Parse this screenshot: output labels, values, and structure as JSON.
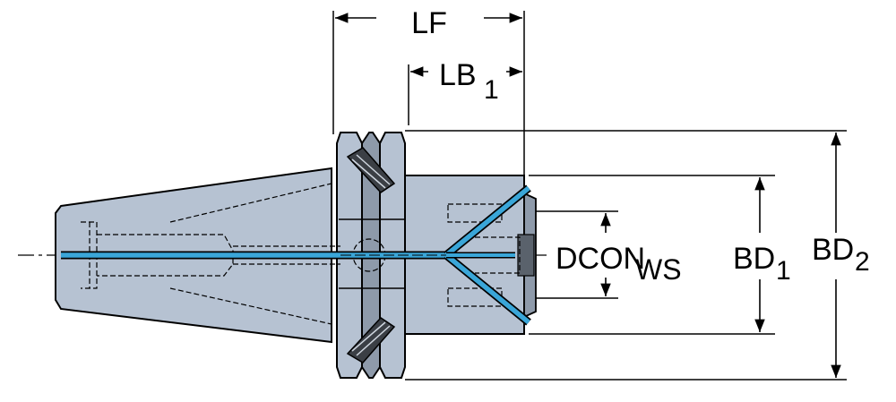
{
  "labels": {
    "lf": "LF",
    "lb": "LB",
    "lb_sub": "1",
    "dcon": "DCON",
    "dcon_sub": "WS",
    "bd1": "BD",
    "bd1_sub": "1",
    "bd2": "BD",
    "bd2_sub": "2"
  },
  "colors": {
    "body": "#b6c2d2",
    "body_dark": "#8e9aaa",
    "coolant": "#3aa6d8",
    "outline": "#000000"
  }
}
